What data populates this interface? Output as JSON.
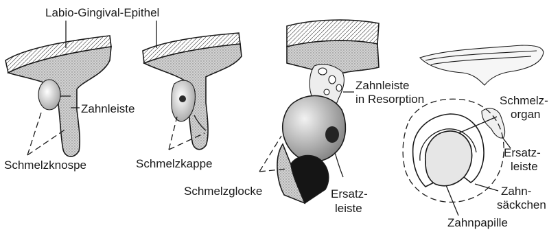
{
  "labels": {
    "epithelium": "Labio-Gingival-Epithel",
    "dental_lamina": "Zahnleiste",
    "bud": "Schmelzknospe",
    "cap": "Schmelzkappe",
    "bell": "Schmelzglocke",
    "lamina_resorption_1": "Zahnleiste",
    "lamina_resorption_2": "in Resorption",
    "replacement_1": "Ersatz-",
    "replacement_2": "leiste",
    "enamel_organ_1": "Schmelz-",
    "enamel_organ_2": "organ",
    "replacement_right_1": "Ersatz-",
    "replacement_right_2": "leiste",
    "follicle_1": "Zahn-",
    "follicle_2": "säckchen",
    "papilla": "Zahnpapille"
  },
  "colors": {
    "ink": "#1a1a1a",
    "stipple": "#b9b9b9",
    "paper": "#ffffff"
  }
}
